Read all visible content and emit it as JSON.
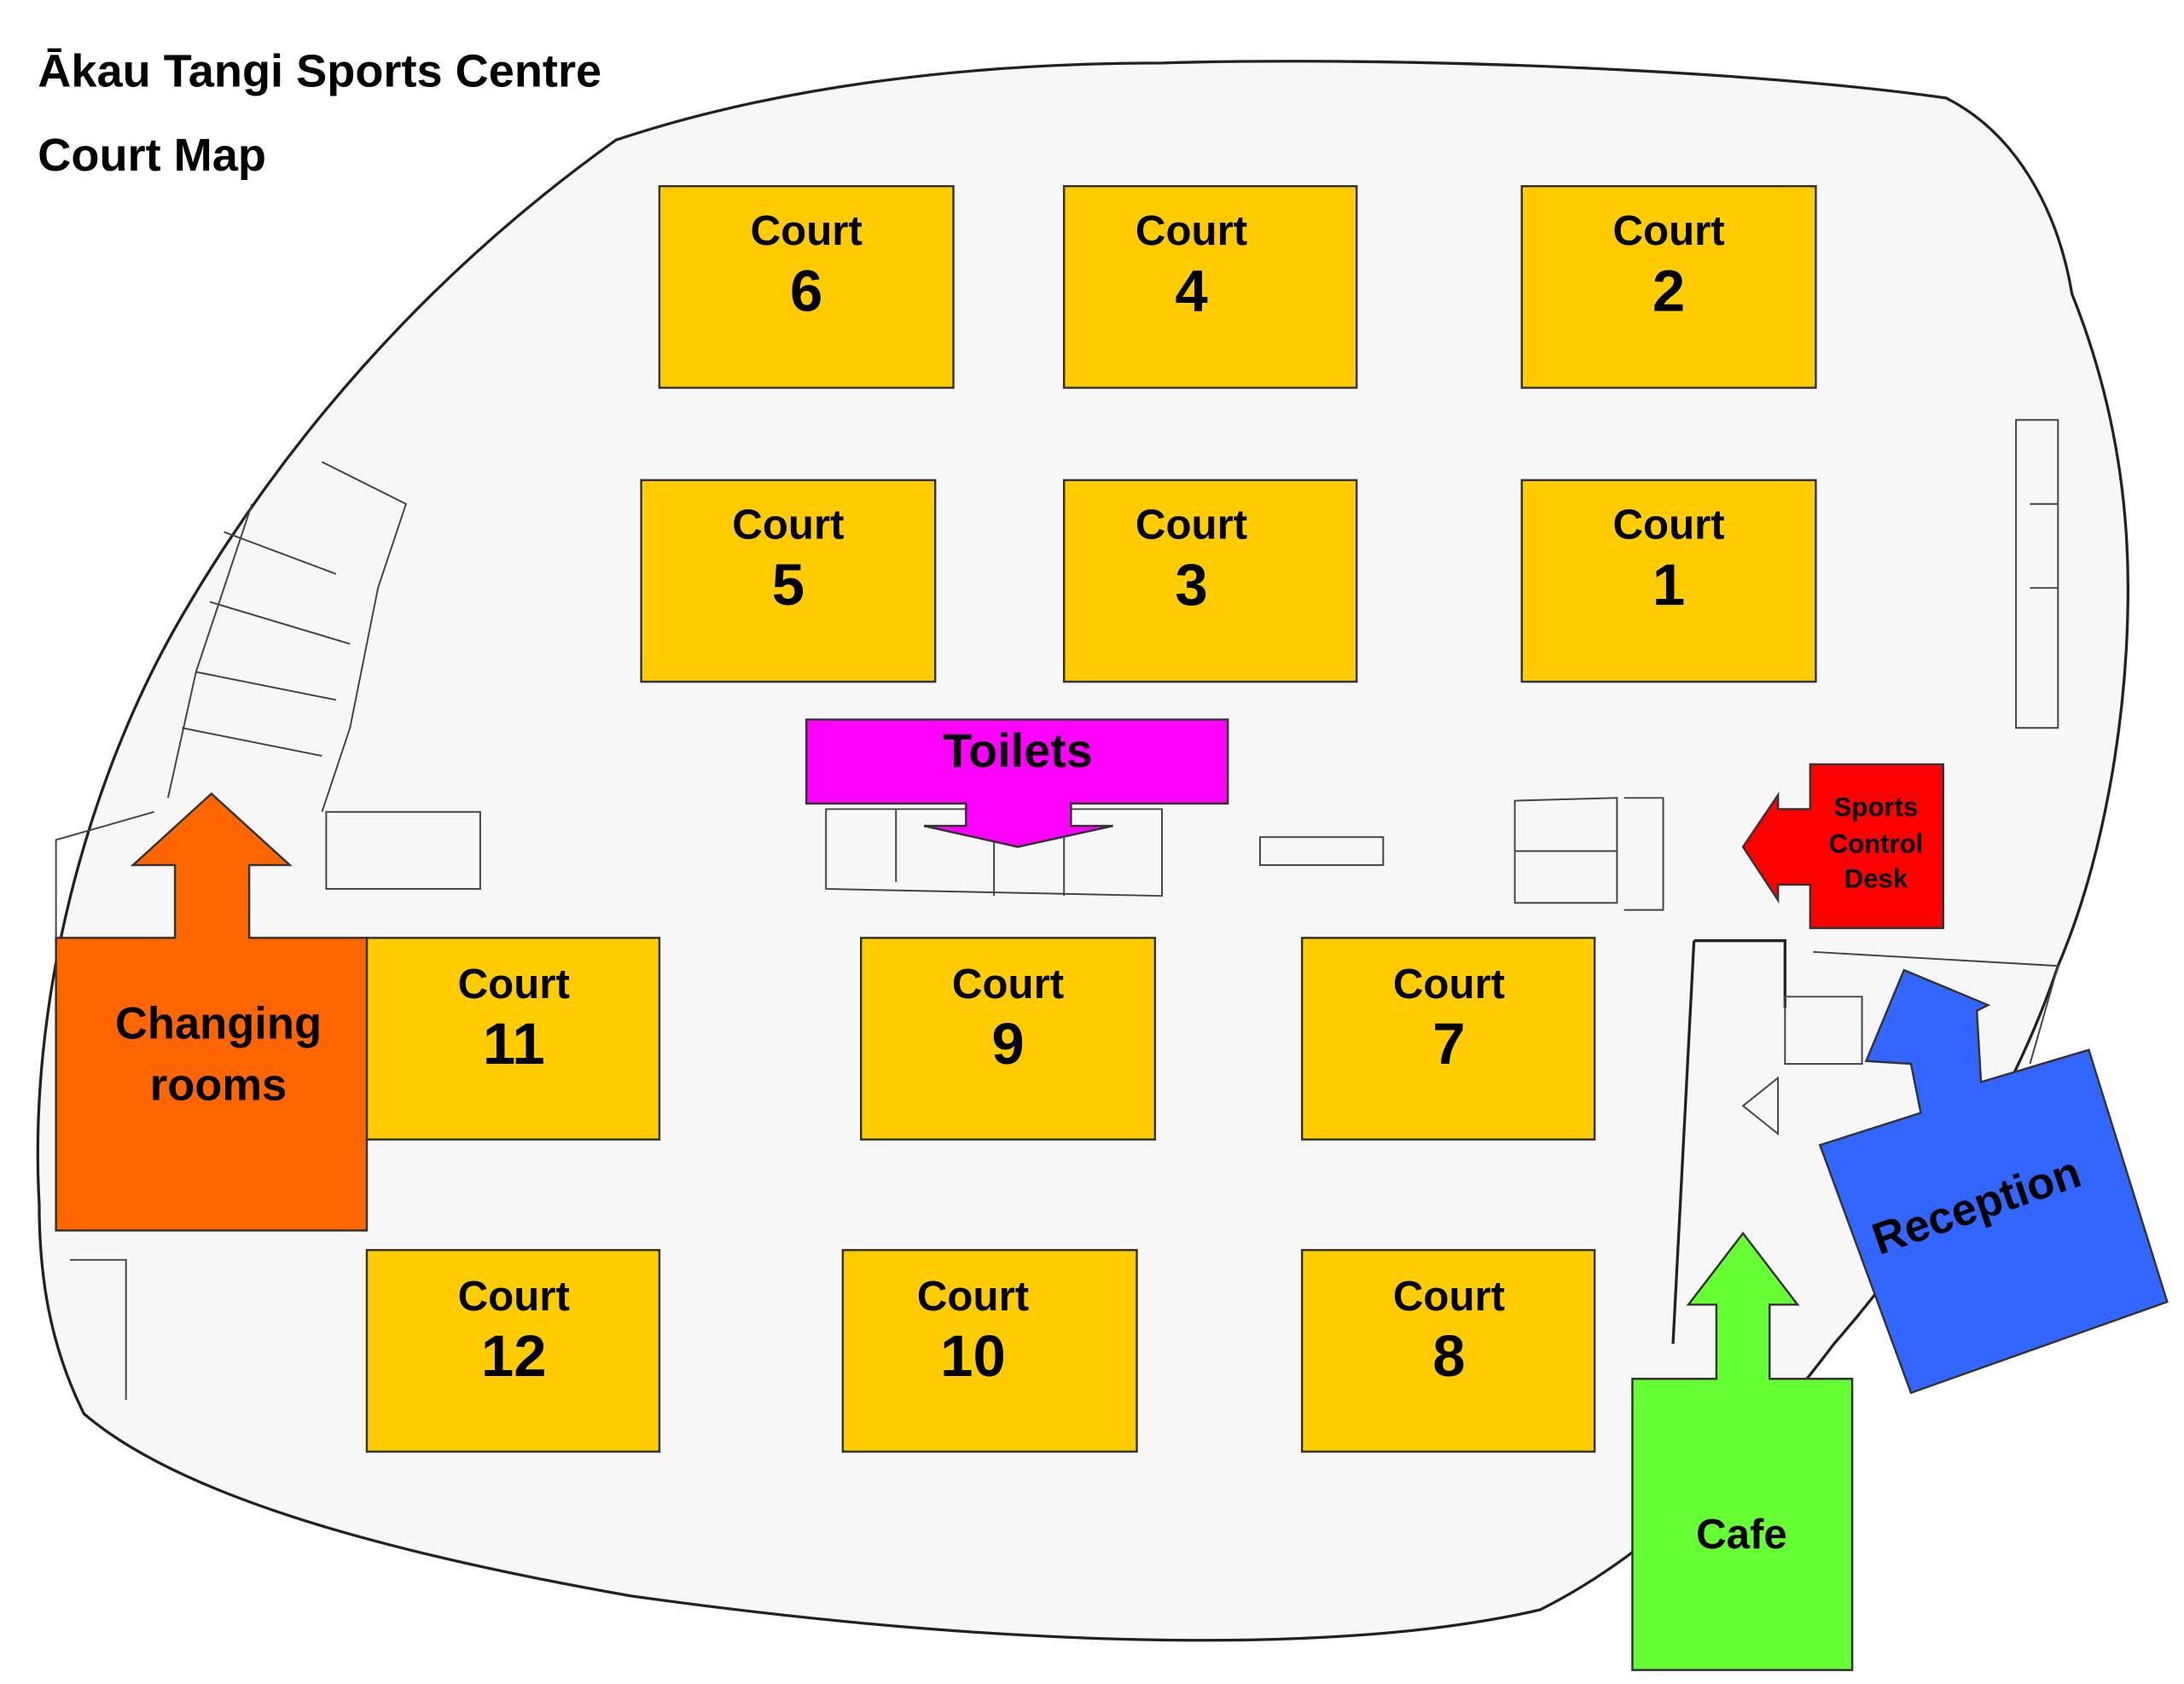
{
  "header": {
    "title_line1": "Ākau Tangi Sports Centre",
    "title_line2": "Court Map"
  },
  "courts": [
    {
      "label": "Court",
      "number": "6"
    },
    {
      "label": "Court",
      "number": "4"
    },
    {
      "label": "Court",
      "number": "2"
    },
    {
      "label": "Court",
      "number": "5"
    },
    {
      "label": "Court",
      "number": "3"
    },
    {
      "label": "Court",
      "number": "1"
    },
    {
      "label": "Court",
      "number": "11"
    },
    {
      "label": "Court",
      "number": "9"
    },
    {
      "label": "Court",
      "number": "7"
    },
    {
      "label": "Court",
      "number": "12"
    },
    {
      "label": "Court",
      "number": "10"
    },
    {
      "label": "Court",
      "number": "8"
    }
  ],
  "facilities": {
    "toilets": "Toilets",
    "changing_rooms_line1": "Changing",
    "changing_rooms_line2": "rooms",
    "sports_desk_line1": "Sports",
    "sports_desk_line2": "Control",
    "sports_desk_line3": "Desk",
    "reception": "Reception",
    "cafe": "Cafe"
  },
  "colors": {
    "court": "#ffcc00",
    "toilets": "#ff00ff",
    "changing_rooms": "#ff6600",
    "sports_desk": "#ff0000",
    "reception": "#3366ff",
    "cafe": "#66ff33"
  }
}
